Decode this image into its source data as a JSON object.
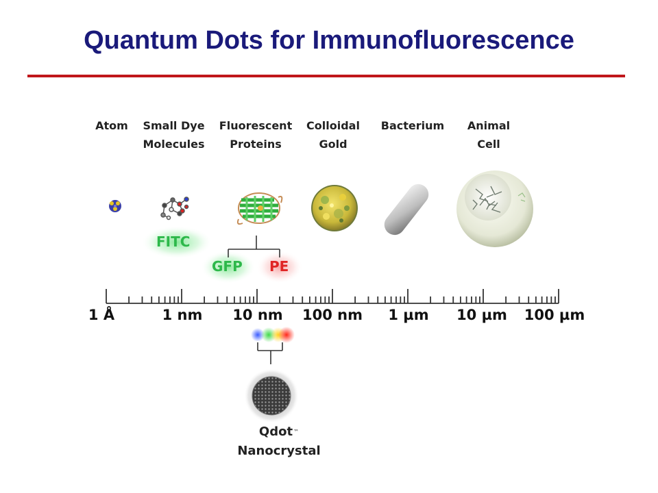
{
  "title": "Quantum Dots for Immunofluorescence",
  "categories": [
    {
      "line1": "Atom",
      "line2": ""
    },
    {
      "line1": "Small Dye",
      "line2": "Molecules"
    },
    {
      "line1": "Fluorescent",
      "line2": "Proteins"
    },
    {
      "line1": "Colloidal",
      "line2": "Gold"
    },
    {
      "line1": "Bacterium",
      "line2": ""
    },
    {
      "line1": "Animal",
      "line2": "Cell"
    }
  ],
  "fluorophores": {
    "fitc": "FITC",
    "gfp": "GFP",
    "pe": "PE"
  },
  "scale_labels": [
    "1 Å",
    "1 nm",
    "10 nm",
    "100 nm",
    "1 µm",
    "10 µm",
    "100 µm"
  ],
  "qdot": {
    "name": "Qdot",
    "trademark": "™",
    "line2": "Nanocrystal"
  },
  "colors": {
    "title": "#1a1a7a",
    "rule": "#c0161b",
    "fitc": "#2db84a",
    "gfp": "#2db84a",
    "pe": "#e02424"
  },
  "icons": [
    "atom-icon",
    "dye-molecule-icon",
    "protein-icon",
    "colloidal-gold-icon",
    "bacterium-icon",
    "animal-cell-icon",
    "qdot-icon"
  ]
}
